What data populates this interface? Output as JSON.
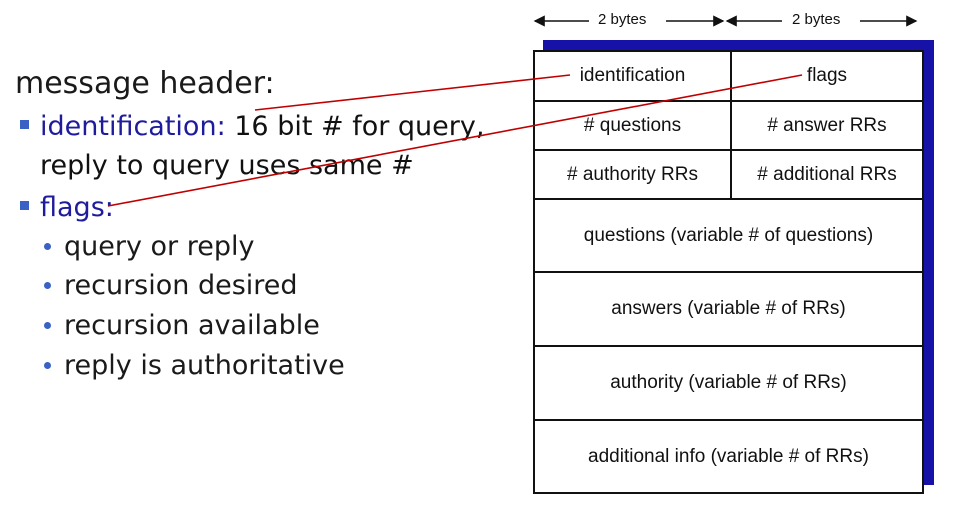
{
  "slide": {
    "heading": "message header:",
    "bullets": [
      {
        "term": "identification:",
        "text_line1": " 16 bit # for query,",
        "text_line2": "reply to query uses same #"
      },
      {
        "term": "flags:"
      }
    ],
    "sub_bullets": [
      "query or reply",
      "recursion desired",
      "recursion available",
      "reply is authoritative"
    ]
  },
  "diagram": {
    "width_labels": [
      "2 bytes",
      "2 bytes"
    ],
    "rows": [
      [
        "identification",
        "flags"
      ],
      [
        "# questions",
        "# answer RRs"
      ],
      [
        "# authority RRs",
        "# additional RRs"
      ],
      [
        "questions (variable # of questions)"
      ],
      [
        "answers (variable # of RRs)"
      ],
      [
        "authority (variable # of RRs)"
      ],
      [
        "additional info (variable # of RRs)"
      ]
    ]
  },
  "colors": {
    "term": "#1f1c9c",
    "bullet": "#3a62c4",
    "connector": "#c00000",
    "shadow": "#1612a8"
  }
}
